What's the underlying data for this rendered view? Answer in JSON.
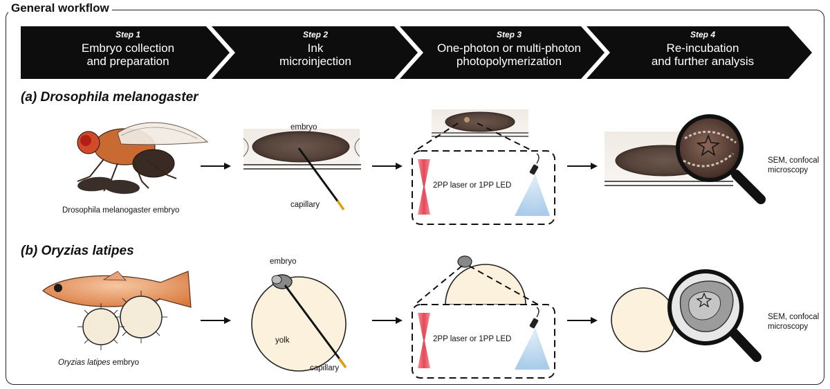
{
  "title": "General workflow",
  "steps": [
    {
      "num": "Step 1",
      "line1": "Embryo collection",
      "line2": "and preparation"
    },
    {
      "num": "Step 2",
      "line1": "Ink",
      "line2": "microinjection"
    },
    {
      "num": "Step 3",
      "line1": "One-photon or multi-photon",
      "line2": "photopolymerization"
    },
    {
      "num": "Step 4",
      "line1": "Re-incubation",
      "line2": "and further analysis"
    }
  ],
  "section_a": {
    "title": "(a) Drosophila melanogaster",
    "organism_caption": "Drosophila melanogaster embryo",
    "embryo_label": "embryo",
    "capillary_label": "capillary",
    "laser_label": "2PP laser or 1PP LED",
    "analysis_line1": "SEM, confocal",
    "analysis_line2": "microscopy"
  },
  "section_b": {
    "title": "(b) Oryzias latipes",
    "organism_caption_italic": "Oryzias latipes",
    "organism_caption_rest": " embryo",
    "embryo_label": "embryo",
    "yolk_label": "yolk",
    "capillary_label": "capillary",
    "laser_label": "2PP laser or 1PP LED",
    "analysis_line1": "SEM, confocal",
    "analysis_line2": "microscopy"
  },
  "colors": {
    "banner": "#0d0d0d",
    "embryo_brown": "#5a463e",
    "yolk": "#fbf1dd",
    "laser_red": "#e0283a",
    "led_blue": "#a9cdeb",
    "fly_orange": "#d8773a"
  }
}
